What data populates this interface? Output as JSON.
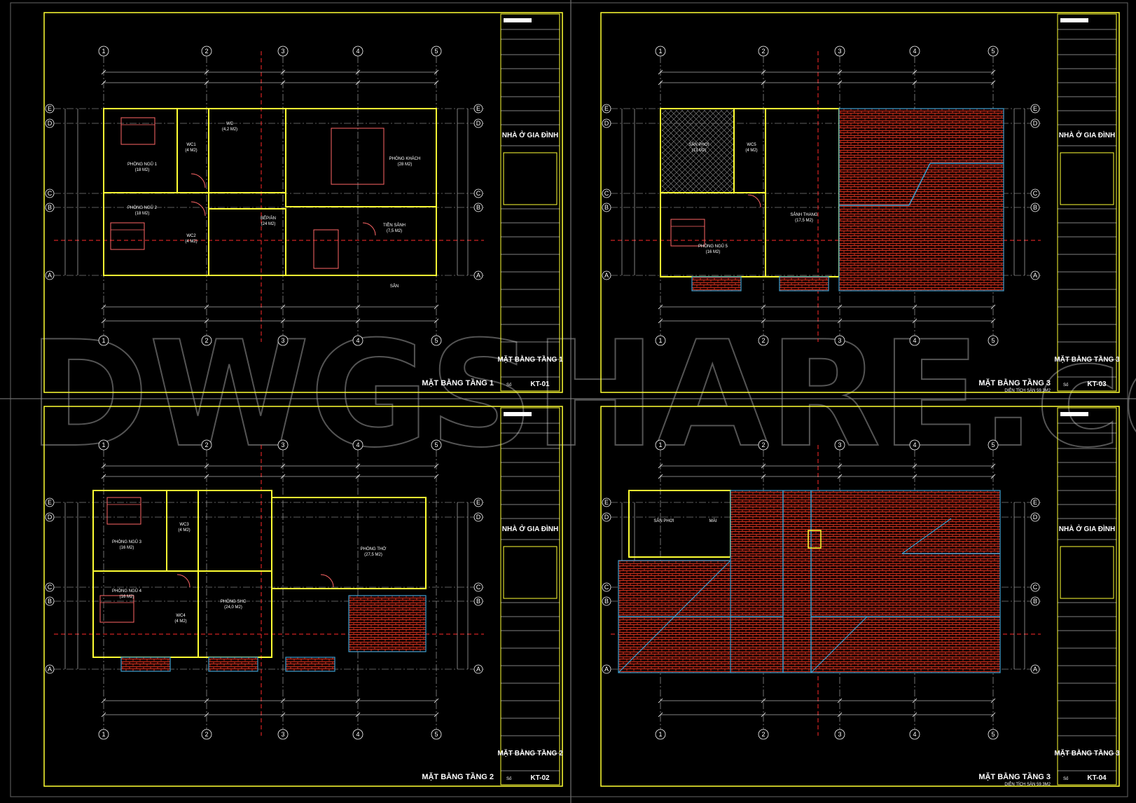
{
  "watermark": "DWGSHARE.com",
  "colors": {
    "frame": "#ffff33",
    "wall": "#ffff33",
    "grid": "#ff2a2a",
    "roof": "#c8321e",
    "roofRidge": "#3aa0d0",
    "dim": "#ffffff",
    "room": "#ff6666"
  },
  "sheets": [
    {
      "id": "s1",
      "plan_title": "MẶT BẰNG TẦNG 1",
      "plan_subtitle": "",
      "tb_project": "NHÀ Ở GIA ĐÌNH",
      "tb_sheet_title": "MẶT BẰNG TẦNG 1",
      "tb_sheet_no": "KT-01",
      "tb_no_label": "Số",
      "grid_cols": [
        "1",
        "2",
        "3",
        "4",
        "5"
      ],
      "grid_rows": [
        "E",
        "D",
        "C",
        "B",
        "A"
      ],
      "rooms": [
        {
          "name": "WC",
          "area": "(4,2 M2)"
        },
        {
          "name": "WC1",
          "area": "(4 M2)"
        },
        {
          "name": "PHÒNG NGỦ 1",
          "area": "(18 M2)"
        },
        {
          "name": "PHÒNG KHÁCH",
          "area": "(28 M2)"
        },
        {
          "name": "PHÒNG NGỦ 2",
          "area": "(18 M2)"
        },
        {
          "name": "BẾP/ĂN",
          "area": "(24 M2)"
        },
        {
          "name": "WC2",
          "area": "(4 M2)"
        },
        {
          "name": "TIỀN SẢNH",
          "area": "(7,5 M2)"
        },
        {
          "name": "SÂN",
          "area": ""
        }
      ]
    },
    {
      "id": "s3",
      "plan_title": "MẶT BẰNG TẦNG 3",
      "plan_subtitle": "DIỆN TÍCH SÀN 59.3M2",
      "tb_project": "NHÀ Ở GIA ĐÌNH",
      "tb_sheet_title": "MẶT BẰNG TẦNG 3",
      "tb_sheet_no": "KT-03",
      "tb_no_label": "Số",
      "grid_cols": [
        "1",
        "2",
        "3",
        "4",
        "5"
      ],
      "grid_rows": [
        "E",
        "D",
        "C",
        "B",
        "A"
      ],
      "rooms": [
        {
          "name": "SÂN PHƠI",
          "area": "(13 M2)"
        },
        {
          "name": "WC5",
          "area": "(4 M2)"
        },
        {
          "name": "SẢNH THANG",
          "area": "(17,5 M2)"
        },
        {
          "name": "PHÒNG NGỦ 5",
          "area": "(16 M2)"
        }
      ]
    },
    {
      "id": "s2",
      "plan_title": "MẶT BẰNG TẦNG 2",
      "plan_subtitle": "",
      "tb_project": "NHÀ Ở GIA ĐÌNH",
      "tb_sheet_title": "MẶT BẰNG TẦNG 2",
      "tb_sheet_no": "KT-02",
      "tb_no_label": "Số",
      "grid_cols": [
        "1",
        "2",
        "3",
        "4",
        "5"
      ],
      "grid_rows": [
        "E",
        "D",
        "C",
        "B",
        "A"
      ],
      "rooms": [
        {
          "name": "WC3",
          "area": "(4 M2)"
        },
        {
          "name": "PHÒNG NGỦ 3",
          "area": "(16 M2)"
        },
        {
          "name": "PHÒNG THỜ",
          "area": "(27,5 M2)"
        },
        {
          "name": "PHÒNG NGỦ 4",
          "area": "(16 M2)"
        },
        {
          "name": "WC4",
          "area": "(4 M2)"
        },
        {
          "name": "PHÒNG SHC",
          "area": "(24,0 M2)"
        }
      ]
    },
    {
      "id": "s4",
      "plan_title": "MẶT BẰNG TẦNG 3",
      "plan_subtitle": "DIỆN TÍCH SÀN 59.3M2",
      "tb_project": "NHÀ Ở GIA ĐÌNH",
      "tb_sheet_title": "MẶT BẰNG TẦNG 3",
      "tb_sheet_no": "KT-04",
      "tb_no_label": "Số",
      "grid_cols": [
        "1",
        "2",
        "3",
        "4",
        "5"
      ],
      "grid_rows": [
        "E",
        "D",
        "C",
        "B",
        "A"
      ],
      "rooms": [
        {
          "name": "SÂN PHƠI",
          "area": ""
        },
        {
          "name": "MÁI",
          "area": ""
        }
      ]
    }
  ]
}
